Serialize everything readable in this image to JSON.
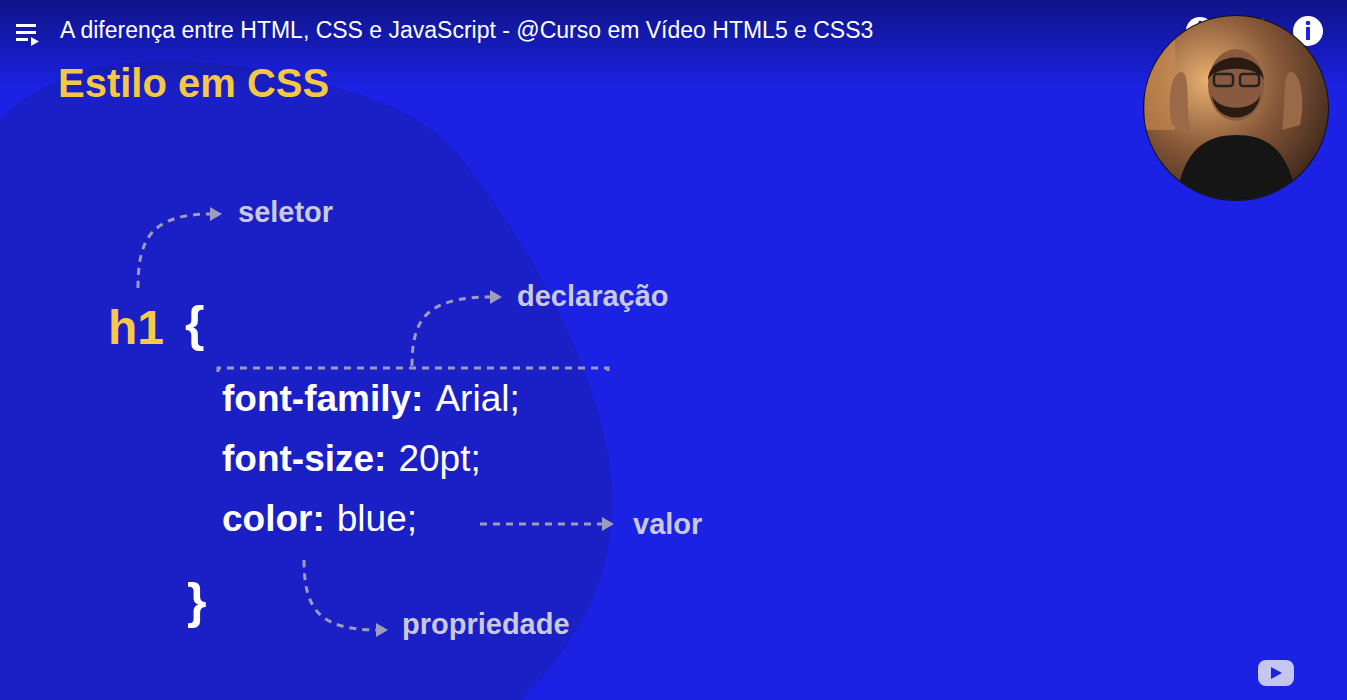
{
  "diagram": {
    "title": "Estilo em CSS",
    "labels": [
      "A diferença entre HTML, CSS e JavaScript - @Curso em Vídeo HTML5 e CSS3",
      "seletor",
      "declaração",
      "h1",
      "{",
      "font-family:",
      "Arial;",
      "font-size:",
      "20pt;",
      "color:",
      "blue;",
      "valor",
      "}",
      "propriedade"
    ]
  }
}
